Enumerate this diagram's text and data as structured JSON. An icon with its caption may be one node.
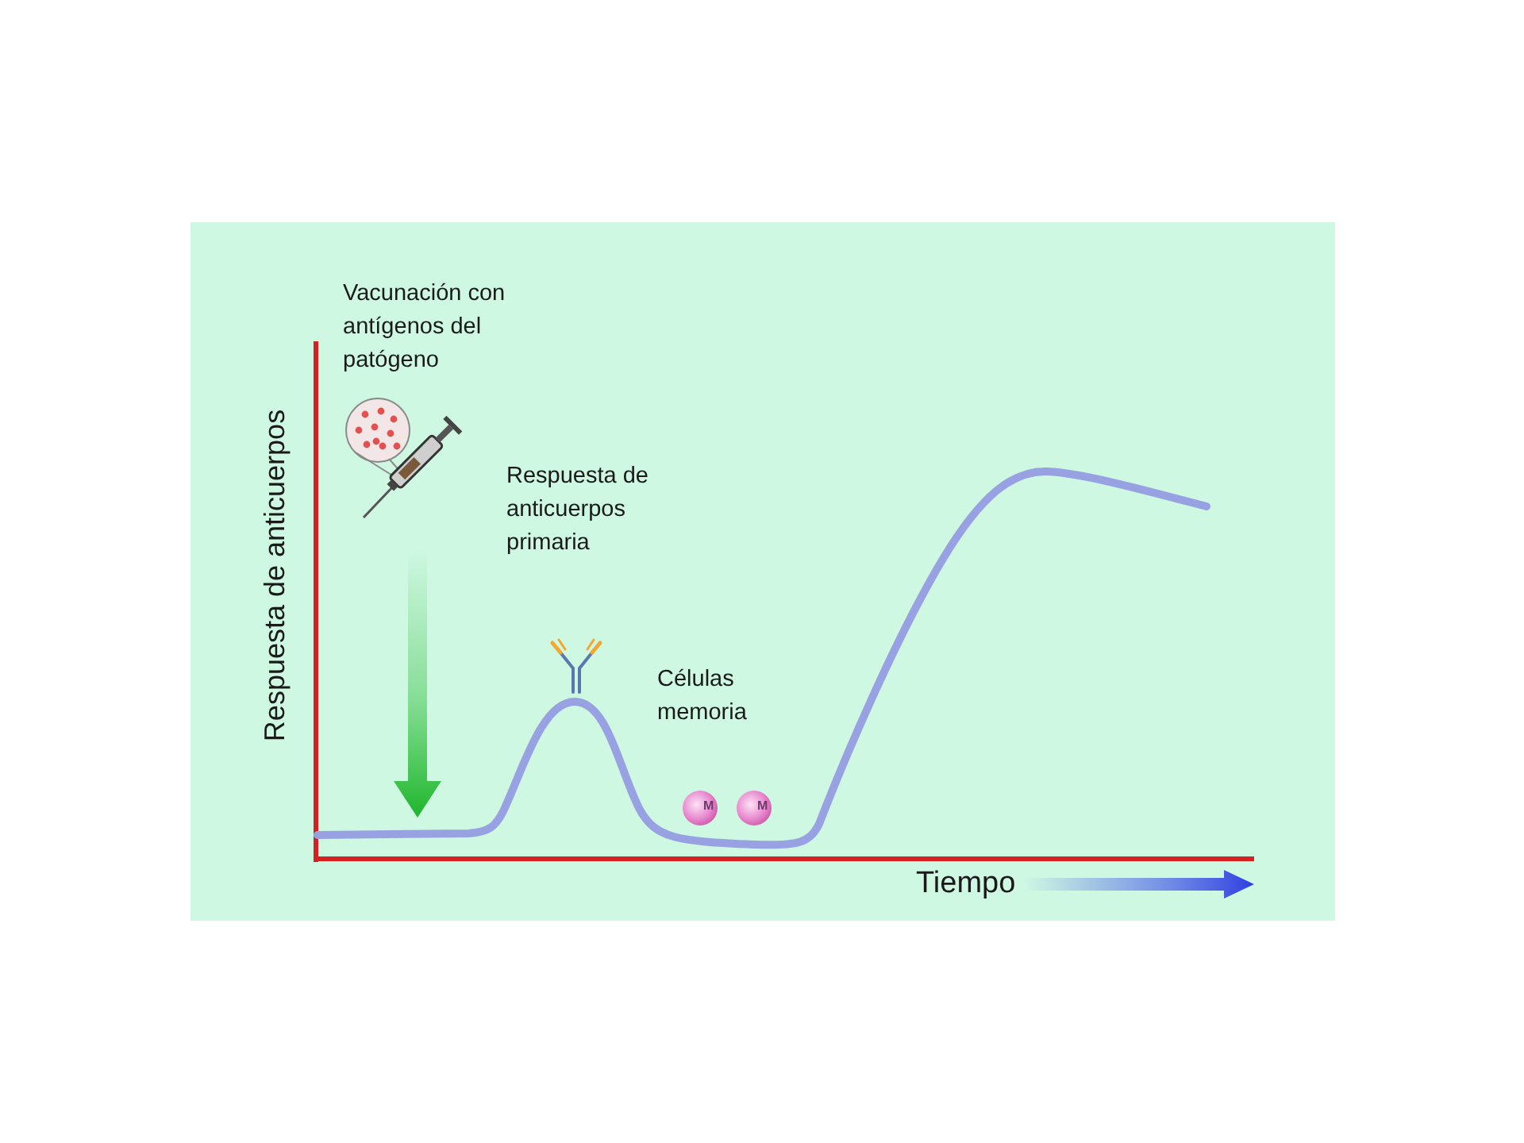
{
  "diagram": {
    "labels": [
      "Vacunación con antígenos del patógeno",
      "Respuesta de anticuerpos",
      "Respuesta de anticuerpos primaria",
      "Células memoria",
      "M",
      "M",
      "Tiempo"
    ]
  }
}
